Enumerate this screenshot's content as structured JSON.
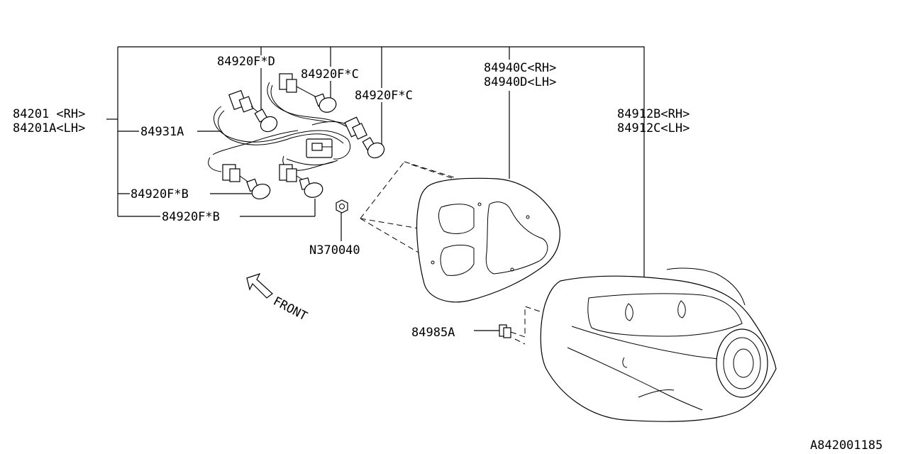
{
  "labels": {
    "assy_rh": "84201 <RH>",
    "assy_lh": "84201A<LH>",
    "harness": "84931A",
    "bulb_d": "84920F*D",
    "bulb_c1": "84920F*C",
    "bulb_c2": "84920F*C",
    "bulb_b1": "84920F*B",
    "bulb_b2": "84920F*B",
    "nut": "N370040",
    "gasket_rh": "84940C<RH>",
    "gasket_lh": "84940D<LH>",
    "lens_rh": "84912B<RH>",
    "lens_lh": "84912C<LH>",
    "clip": "84985A",
    "front": "FRONT",
    "drawing_id": "A842001185"
  },
  "colors": {
    "line": "#000000",
    "background": "#ffffff"
  }
}
